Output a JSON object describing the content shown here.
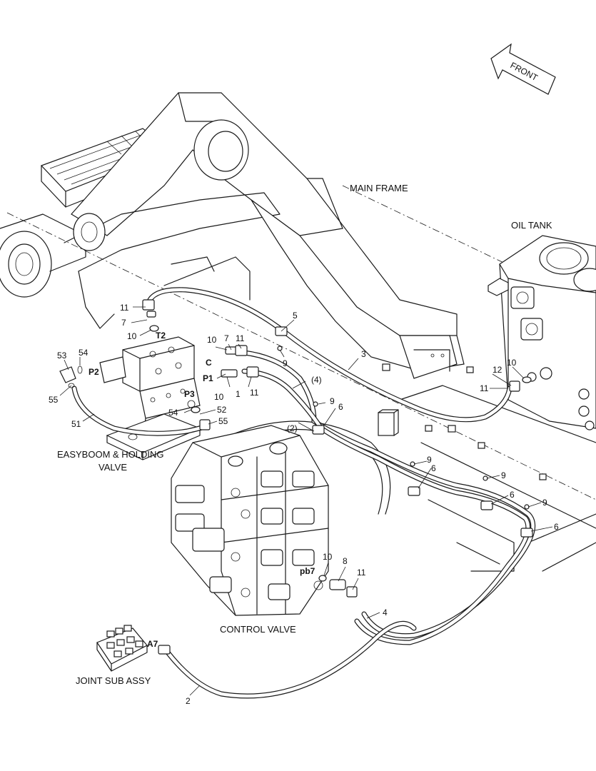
{
  "captions": {
    "front": "FRONT",
    "main_frame": "MAIN FRAME",
    "oil_tank": "OIL TANK",
    "easyboom_line1": "EASYBOOM & HOLDING",
    "easyboom_line2": "VALVE",
    "control_valve": "CONTROL VALVE",
    "joint_sub_assy": "JOINT SUB ASSY"
  },
  "ports": {
    "t2": "T2",
    "c": "C",
    "p1": "P1",
    "p2": "P2",
    "p3": "P3",
    "pb7": "pb7",
    "a7": "A7"
  },
  "part_numbers": {
    "n11_top": "11",
    "n7_top": "7",
    "n10_top": "10",
    "n5": "5",
    "n9_clamp1": "9",
    "n3": "3",
    "n10_c": "10",
    "n7_c": "7",
    "n11_c": "11",
    "n10_p1": "10",
    "n1": "1",
    "n11_p1": "11",
    "n4_paren": "(4)",
    "n9_a": "9",
    "n6_a": "6",
    "n2_paren": "(2)",
    "n53": "53",
    "n54_top": "54",
    "n55_left": "55",
    "n51": "51",
    "n54_bottom": "54",
    "n52": "52",
    "n55_right": "55",
    "n12": "12",
    "n10_tank": "10",
    "n11_tank": "11",
    "n9_b": "9",
    "n6_b": "6",
    "n9_c": "9",
    "n6_c": "6",
    "n9_d": "9",
    "n6_d": "6",
    "n10_pb7": "10",
    "n8": "8",
    "n11_pb7": "11",
    "n4": "4",
    "n2": "2"
  }
}
